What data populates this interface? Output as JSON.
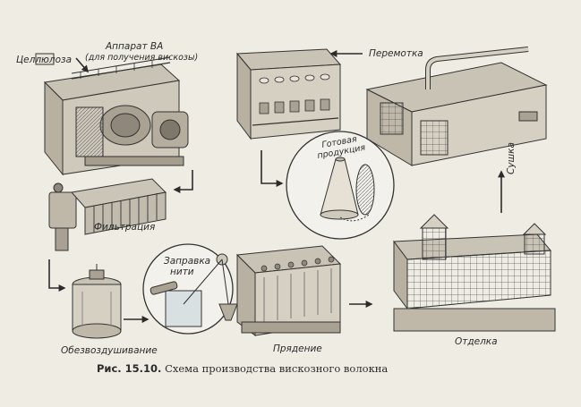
{
  "labels": {
    "cellulose": "Целлюлоза",
    "apparatus_line1": "Аппарат ВА",
    "apparatus_line2": "(для получения вискозы)",
    "filtration": "Фильтрация",
    "deaeration": "Обезвоздушивание",
    "threading_line1": "Заправка",
    "threading_line2": "нити",
    "spinning": "Прядение",
    "finishing": "Отделка",
    "drying": "Сушка",
    "rewinding": "Перемотка",
    "product_line1": "Готовая",
    "product_line2": "продукция"
  },
  "caption": {
    "number": "Рис. 15.10.",
    "text": "Схема производства вискозного волокна"
  }
}
